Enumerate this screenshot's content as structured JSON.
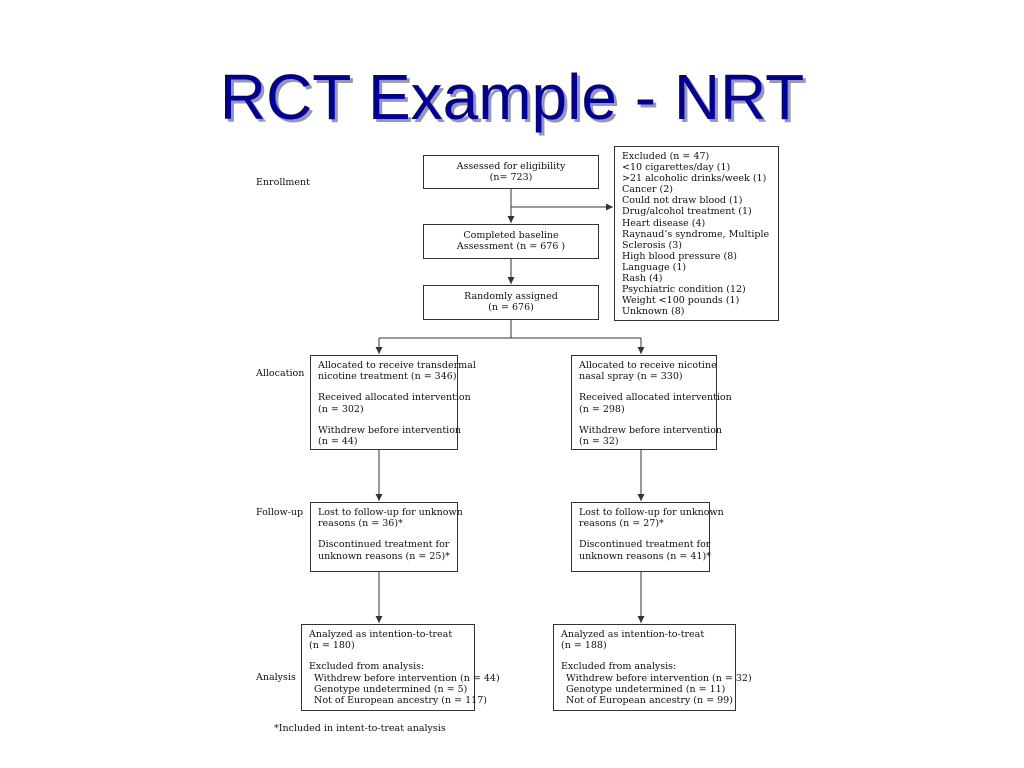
{
  "title": "RCT Example - NRT",
  "stages": {
    "enrollment": "Enrollment",
    "allocation": "Allocation",
    "followup": "Follow-up",
    "analysis": "Analysis"
  },
  "assessed": {
    "lines": [
      "Assessed for eligibility",
      "(n= 723)"
    ]
  },
  "excluded": {
    "lines": [
      "Excluded (n = 47)",
      "<10 cigarettes/day (1)",
      ">21 alcoholic drinks/week (1)",
      "Cancer (2)",
      "Could not draw blood (1)",
      "Drug/alcohol treatment (1)",
      "Heart disease (4)",
      "Raynaud’s syndrome, Multiple",
      "Sclerosis  (3)",
      "High blood pressure (8)",
      "Language (1)",
      "Rash (4)",
      "Psychiatric condition (12)",
      "Weight <100 pounds (1)",
      "Unknown (8)"
    ]
  },
  "baseline": {
    "lines": [
      "Completed baseline",
      "Assessment (n = 676 )"
    ]
  },
  "randomized": {
    "lines": [
      "Randomly assigned",
      "(n = 676)"
    ]
  },
  "alloc_left": {
    "l1": "Allocated to receive transdermal",
    "l2": "nicotine treatment (n = 346)",
    "l3": "Received allocated intervention",
    "l4": "(n = 302)",
    "l5": "Withdrew before intervention",
    "l6": "(n = 44)"
  },
  "alloc_right": {
    "l1": "Allocated to receive nicotine",
    "l2": "nasal spray (n = 330)",
    "l3": "Received allocated intervention",
    "l4": "(n = 298)",
    "l5": "Withdrew before intervention",
    "l6": "(n = 32)"
  },
  "follow_left": {
    "l1": "Lost to follow-up for unknown",
    "l2": "reasons (n = 36)*",
    "l3": "Discontinued treatment for",
    "l4": "unknown reasons (n =  25)*"
  },
  "follow_right": {
    "l1": "Lost to follow-up for unknown",
    "l2": "reasons (n = 27)*",
    "l3": "Discontinued treatment for",
    "l4": "unknown reasons (n = 41)*"
  },
  "analysis_left": {
    "l1": "Analyzed as intention-to-treat",
    "l2": "(n = 180)",
    "l3": "Excluded from analysis:",
    "l4": "Withdrew before intervention (n = 44)",
    "l5": "Genotype undetermined (n = 5)",
    "l6": "Not of European ancestry (n = 117)"
  },
  "analysis_right": {
    "l1": "Analyzed as intention-to-treat",
    "l2": "(n = 188)",
    "l3": "Excluded from analysis:",
    "l4": "Withdrew before intervention (n = 32)",
    "l5": "Genotype undetermined (n = 11)",
    "l6": "Not of European ancestry (n = 99)"
  },
  "footnote": "*Included in intent-to-treat analysis"
}
